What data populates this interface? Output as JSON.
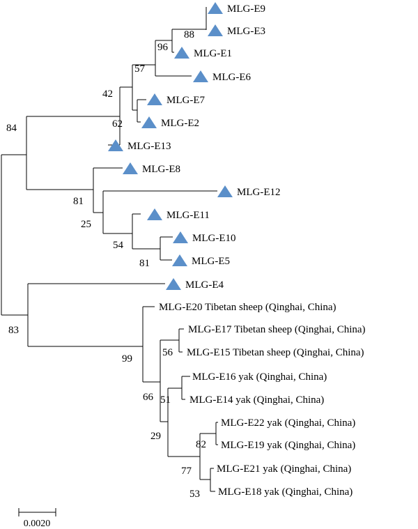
{
  "colors": {
    "marker": "#5B8FC9",
    "line": "#000000"
  },
  "marker_icon": "triangle-marker-icon",
  "leaves": {
    "e9": {
      "label": "MLG-E9",
      "marker": true
    },
    "e3": {
      "label": "MLG-E3",
      "marker": true
    },
    "e1": {
      "label": "MLG-E1",
      "marker": true
    },
    "e6": {
      "label": "MLG-E6",
      "marker": true
    },
    "e7": {
      "label": "MLG-E7",
      "marker": true
    },
    "e2": {
      "label": "MLG-E2",
      "marker": true
    },
    "e13": {
      "label": "MLG-E13",
      "marker": true
    },
    "e8": {
      "label": "MLG-E8",
      "marker": true
    },
    "e12": {
      "label": "MLG-E12",
      "marker": true
    },
    "e11": {
      "label": "MLG-E11",
      "marker": true
    },
    "e10": {
      "label": "MLG-E10",
      "marker": true
    },
    "e5": {
      "label": "MLG-E5",
      "marker": true
    },
    "e4": {
      "label": "MLG-E4",
      "marker": true
    },
    "e20": {
      "label": "MLG-E20 Tibetan sheep (Qinghai, China)",
      "marker": false
    },
    "e17": {
      "label": "MLG-E17 Tibetan sheep (Qinghai, China)",
      "marker": false
    },
    "e15": {
      "label": "MLG-E15 Tibetan sheep (Qinghai, China)",
      "marker": false
    },
    "e16": {
      "label": "MLG-E16 yak (Qinghai, China)",
      "marker": false
    },
    "e14": {
      "label": "MLG-E14 yak (Qinghai, China)",
      "marker": false
    },
    "e22": {
      "label": "MLG-E22 yak (Qinghai, China)",
      "marker": false
    },
    "e19": {
      "label": "MLG-E19 yak (Qinghai, China)",
      "marker": false
    },
    "e21": {
      "label": "MLG-E21 yak (Qinghai, China)",
      "marker": false
    },
    "e18": {
      "label": "MLG-E18 yak (Qinghai, China)",
      "marker": false
    }
  },
  "bootstrap": {
    "n88": "88",
    "n96": "96",
    "n57": "57",
    "n42": "42",
    "n62": "62",
    "n84": "84",
    "n81a": "81",
    "n25": "25",
    "n54": "54",
    "n81b": "81",
    "n83": "83",
    "n99": "99",
    "n56": "56",
    "n66": "66",
    "n51": "51",
    "n29": "29",
    "n82": "82",
    "n77": "77",
    "n53": "53"
  },
  "scale_bar": {
    "label": "0.0020"
  }
}
